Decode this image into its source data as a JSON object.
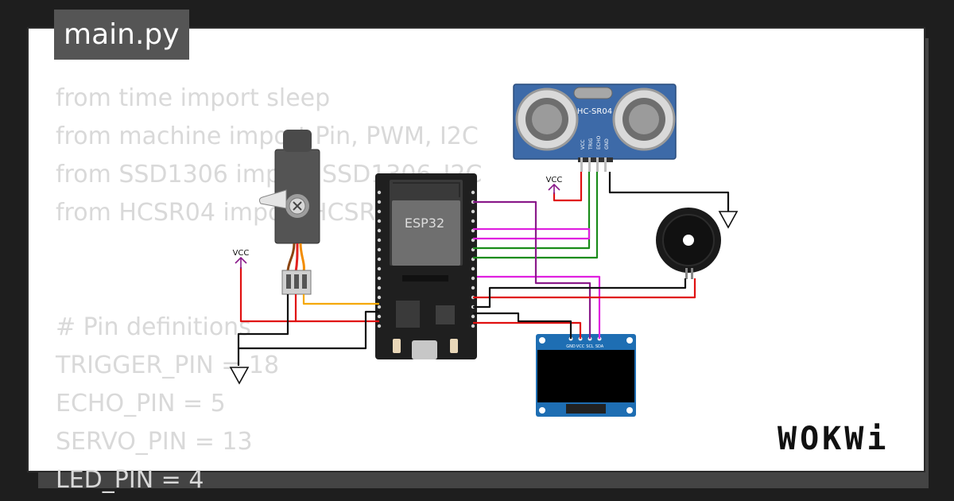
{
  "tab": {
    "title": "main.py"
  },
  "code_lines": [
    "from time import sleep",
    "from machine import Pin, PWM, I2C",
    "from SSD1306 import SSD1306_I2C",
    "from HCSR04 import HCSR04",
    "",
    "",
    "# Pin definitions",
    "TRIGGER_PIN = 18",
    "ECHO_PIN = 5",
    "SERVO_PIN = 13",
    "LED_PIN = 4"
  ],
  "components": {
    "ultrasonic": {
      "label": "HC-SR04",
      "pins": [
        "VCC",
        "TRIG",
        "ECHO",
        "GND"
      ]
    },
    "mcu": {
      "label": "ESP32"
    },
    "oled": {
      "pins": [
        "GND",
        "VCC",
        "SCL",
        "SDA"
      ]
    },
    "vcc_label": "VCC"
  },
  "wire_colors": {
    "power": "#e01010",
    "ground": "#111111",
    "signal_green": "#1a8c1a",
    "signal_magenta": "#e020e0",
    "signal_purple": "#8a1a8a",
    "servo_orange": "#f5a800"
  },
  "brand": {
    "logo": "WOKWi"
  }
}
